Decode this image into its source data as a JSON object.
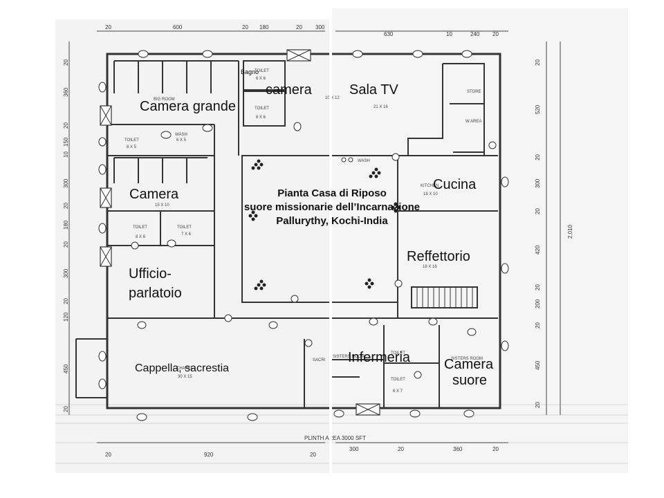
{
  "title": {
    "line1": "Pianta Casa di Riposo",
    "line2": "suore missionarie dell’Incarnazione",
    "line3": "Pallurythy, Kochi-India"
  },
  "rooms": {
    "bagno": "Bagno",
    "camera_top": "camera",
    "sala_tv": "Sala TV",
    "camera_grande": "Camera grande",
    "camera": "Camera",
    "cucina": "Cucina",
    "refettorio": "Reffettorio",
    "ufficio1": "Ufficio-",
    "ufficio2": "parlatoio",
    "cappella": "Cappella, sacrestia",
    "infermeria": "Infermeria",
    "camera_suore1": "Camera",
    "camera_suore2": "suore"
  },
  "plan_labels": {
    "big_room": "BIG ROOM",
    "toilet": "TOILET",
    "wash": "WASH",
    "store": "STORE",
    "w_area": "W.AREA",
    "kitchen": "KITCHEN",
    "chapel": "CHAPEL",
    "sacristy": "SACRI",
    "sisters_room": "SISTERS ROOM",
    "plinth": "PLINTH AREA 3000 SFT",
    "dim_21x16": "21 X 16",
    "dim_10x12": "10 X 12",
    "dim_6x6": "6 X 6",
    "dim_8x5": "8 X 5",
    "dim_6x5": "6 X 5",
    "dim_15x10": "15 X 10",
    "dim_8x6": "8 X 6",
    "dim_7x6": "7 X 6",
    "dim_18x10": "18 X 10",
    "dim_18x16": "18 X 16",
    "dim_30x15": "30 X 15",
    "dim_6x7": "6 X 7",
    "top_dims_left": [
      "20",
      "600",
      "20",
      "180",
      "20",
      "300"
    ],
    "top_dims_right": [
      "630",
      "10",
      "240",
      "20"
    ],
    "bottom_dims_left": [
      "20",
      "920",
      "20"
    ],
    "bottom_dims_right": [
      "300",
      "20",
      "360",
      "20"
    ],
    "left_dims": [
      "20",
      "360",
      "20",
      "150",
      "10",
      "300",
      "20",
      "180",
      "20",
      "300",
      "20",
      "120",
      "450",
      "20"
    ],
    "right_dims": [
      "20",
      "520",
      "20",
      "300",
      "20",
      "420",
      "20",
      "200",
      "20",
      "450",
      "20"
    ],
    "overall_right": "2,010"
  },
  "colors": {
    "line": "#333333",
    "paper": "#f2f2f2",
    "background": "#ffffff"
  }
}
